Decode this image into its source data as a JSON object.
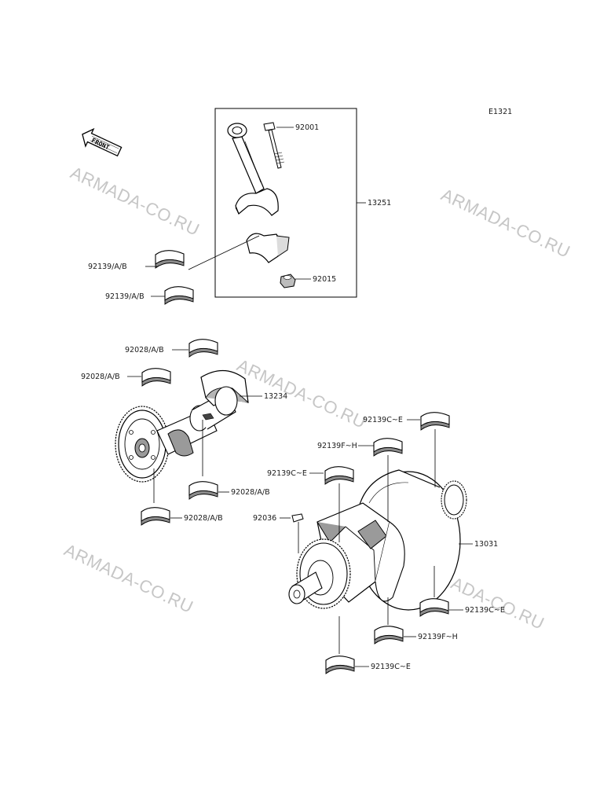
{
  "diagram_code": "E1321",
  "front_marker": "FRONT",
  "watermark": "ARMADA-CO.RU",
  "labels": {
    "p92001": "92001",
    "p13251": "13251",
    "p92139_ab_1": "92139/A/B",
    "p92139_ab_2": "92139/A/B",
    "p92015": "92015",
    "p92028_ab_1": "92028/A/B",
    "p92028_ab_2": "92028/A/B",
    "p13234": "13234",
    "p92028_ab_3": "92028/A/B",
    "p92028_ab_4": "92028/A/B",
    "p92139ce_1": "92139C~E",
    "p92139fh_1": "92139F~H",
    "p92139ce_2": "92139C~E",
    "p92036": "92036",
    "p13031": "13031",
    "p92139ce_3": "92139C~E",
    "p92139fh_2": "92139F~H",
    "p92139ce_4": "92139C~E"
  }
}
